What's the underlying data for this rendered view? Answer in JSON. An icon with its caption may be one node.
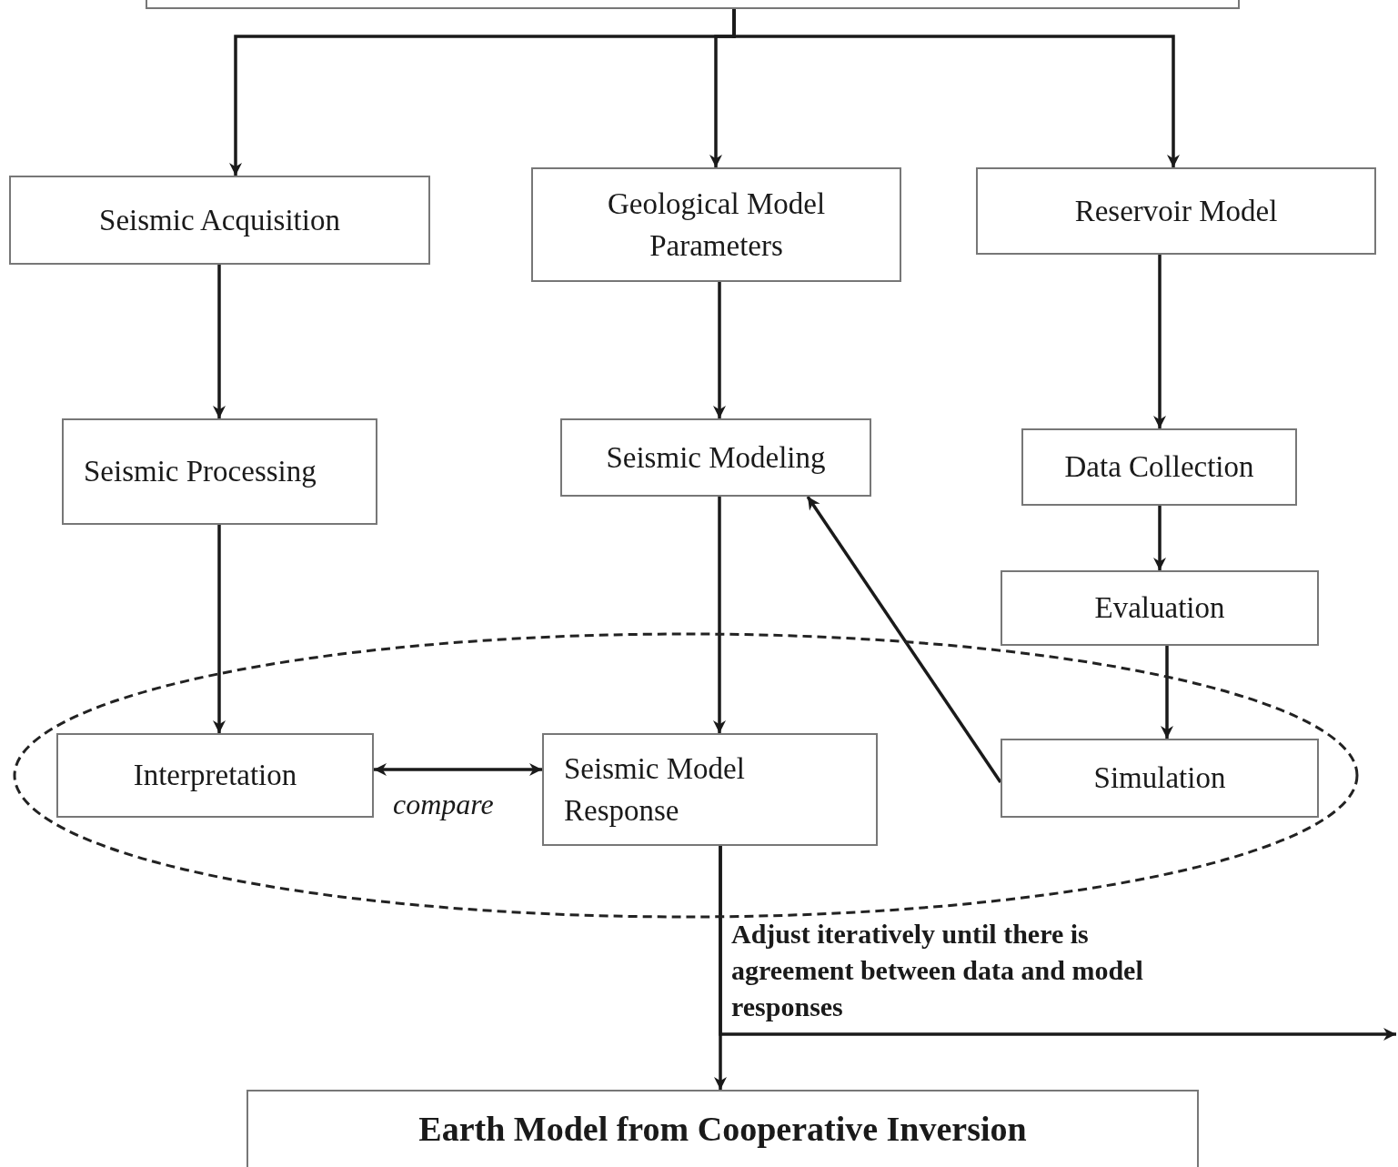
{
  "diagram": {
    "nodes": [
      {
        "text": [],
        "shape": "box"
      },
      {
        "text": [
          "Seismic Acquisition"
        ]
      },
      {
        "text": [
          "Geological Model Parameters"
        ]
      },
      {
        "text": [
          "Reservoir Model"
        ]
      },
      {
        "text": [
          "Seismic Processing"
        ]
      },
      {
        "text": [
          "Seismic Modeling"
        ]
      },
      {
        "text": [
          "Data Collection"
        ]
      },
      {
        "text": [
          "Evaluation"
        ]
      },
      {
        "text": [
          "Adjust iteratively until there is agreement between data and model responses"
        ]
      },
      {
        "text": [
          "Interpretation"
        ],
        "in": 8
      },
      {
        "text": [
          "Seismic Model Response"
        ],
        "in": 8
      },
      {
        "text": [
          "Simulation"
        ],
        "in": 8
      },
      {
        "text": [
          "Earth Model from Cooperative Inversion"
        ]
      }
    ],
    "edges": [
      {
        "from": 0,
        "to": 1,
        "arrow": "to"
      },
      {
        "from": 0,
        "to": 2,
        "arrow": "to"
      },
      {
        "from": 0,
        "to": 3,
        "arrow": "to"
      },
      {
        "from": 1,
        "to": 4,
        "arrow": "to"
      },
      {
        "from": 4,
        "to": 9,
        "arrow": "to"
      },
      {
        "from": 2,
        "to": 5,
        "arrow": "to"
      },
      {
        "from": 5,
        "to": 10,
        "arrow": "to"
      },
      {
        "from": 3,
        "to": 6,
        "arrow": "to"
      },
      {
        "from": 6,
        "to": 7,
        "arrow": "to"
      },
      {
        "from": 7,
        "to": 11,
        "arrow": "to"
      },
      {
        "from": 11,
        "to": 5,
        "arrow": "to"
      },
      {
        "from": 9,
        "to": 10,
        "arrow": "both",
        "label": "compare"
      },
      {
        "from": 10,
        "to": 12,
        "arrow": "to"
      },
      {
        "from": 10,
        "to": null,
        "arrow": "to"
      }
    ]
  }
}
